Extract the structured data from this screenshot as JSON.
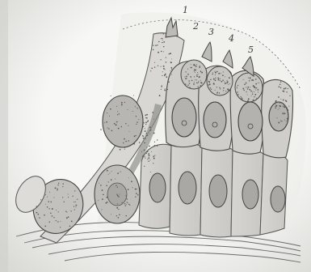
{
  "figure": {
    "labels": [
      "1",
      "2",
      "3",
      "4",
      "5"
    ],
    "colors": {
      "paper": "#f6f6f4",
      "ink": "#4a4a4a",
      "fill_dark": "#a9a9a6",
      "fill_mid": "#c4c4c1",
      "fill_light": "#dedcd8"
    }
  }
}
